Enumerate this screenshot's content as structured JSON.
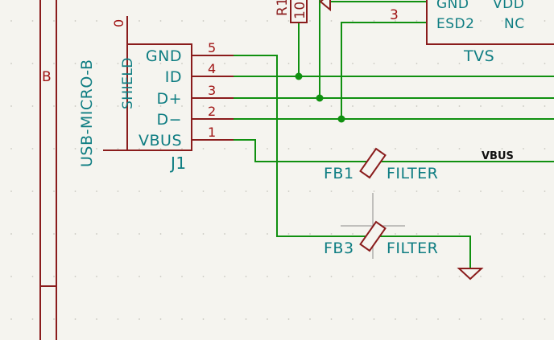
{
  "sheet": {
    "border_zone_label": "B"
  },
  "connector": {
    "ref": "J1",
    "value": "USB-MICRO-B",
    "shield_label": "SHIELD",
    "shield_pin": "0",
    "pins": [
      {
        "name": "GND",
        "number": "5"
      },
      {
        "name": "ID",
        "number": "4"
      },
      {
        "name": "D+",
        "number": "3"
      },
      {
        "name": "D−",
        "number": "2"
      },
      {
        "name": "VBUS",
        "number": "1"
      }
    ]
  },
  "tvs": {
    "ref": "TVS",
    "pin_gnd": "GND",
    "pin_vdd": "VDD",
    "pin_esd2": "ESD2",
    "pin_nc": "NC",
    "pin_number": "3"
  },
  "resistor": {
    "ref": "R1",
    "value": "10"
  },
  "ferrite_1": {
    "ref": "FB1",
    "value": "FILTER"
  },
  "ferrite_3": {
    "ref": "FB3",
    "value": "FILTER"
  },
  "net_labels": {
    "vbus": "VBUS"
  },
  "colors": {
    "background": "#f5f4ef",
    "wire": "#109010",
    "component_body": "#8a1c1c",
    "label_text": "#0e7d82",
    "pin_number": "#a01414"
  }
}
